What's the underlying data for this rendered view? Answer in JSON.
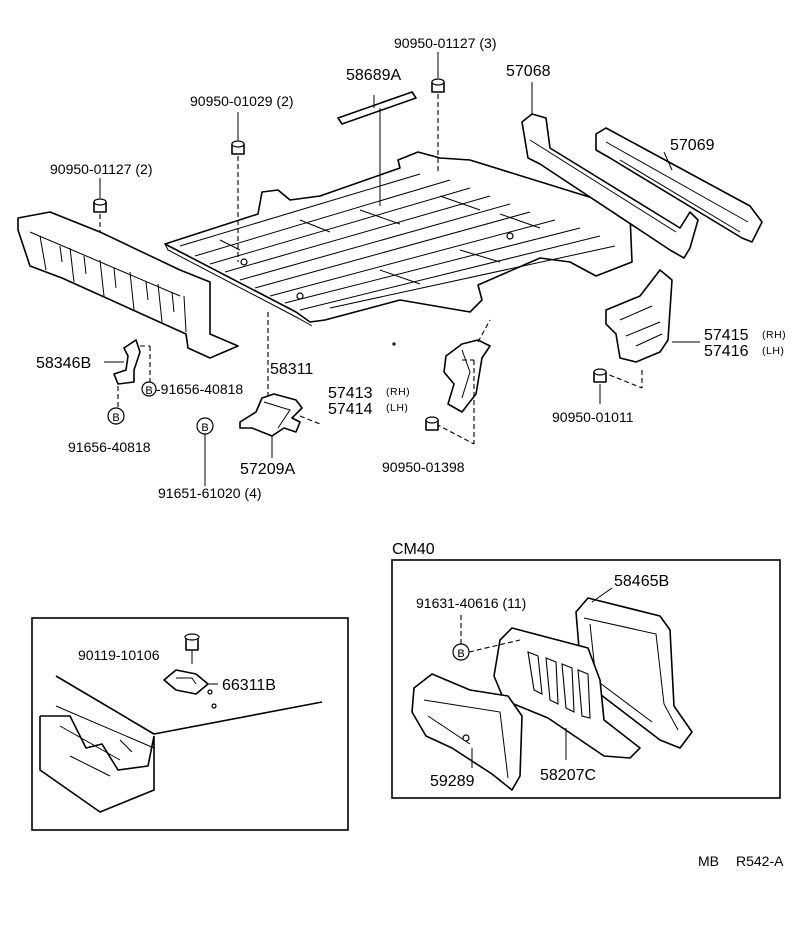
{
  "main_view": {
    "parts": {
      "p58689A": "58689A",
      "p57068": "57068",
      "p57069": "57069",
      "p58311": "58311",
      "p58346B": "58346B",
      "p57209A": "57209A",
      "p57413": "57413",
      "p57414": "57414",
      "p57415": "57415",
      "p57416": "57416"
    },
    "suffix": {
      "rh": "(RH)",
      "lh": "(LH)"
    },
    "fasteners": {
      "f1": "90950-01127 (3)",
      "f2": "90950-01029 (2)",
      "f3": "90950-01127 (2)",
      "f4": "-91656-40818",
      "f5": "91656-40818",
      "f6": "91651-61020 (4)",
      "f7": "90950-01398",
      "f8": "90950-01011"
    },
    "b_marker": "B"
  },
  "inset_left": {
    "bolt": "90119-10106",
    "part": "66311B"
  },
  "inset_right": {
    "title": "CM40",
    "fastener": "91631-40616 (11)",
    "p58465B": "58465B",
    "p59289": "59289",
    "p58207C": "58207C"
  },
  "footer": {
    "code_a": "MB",
    "code_b": "R542-A"
  },
  "colors": {
    "ink": "#000000",
    "paper": "#ffffff"
  }
}
